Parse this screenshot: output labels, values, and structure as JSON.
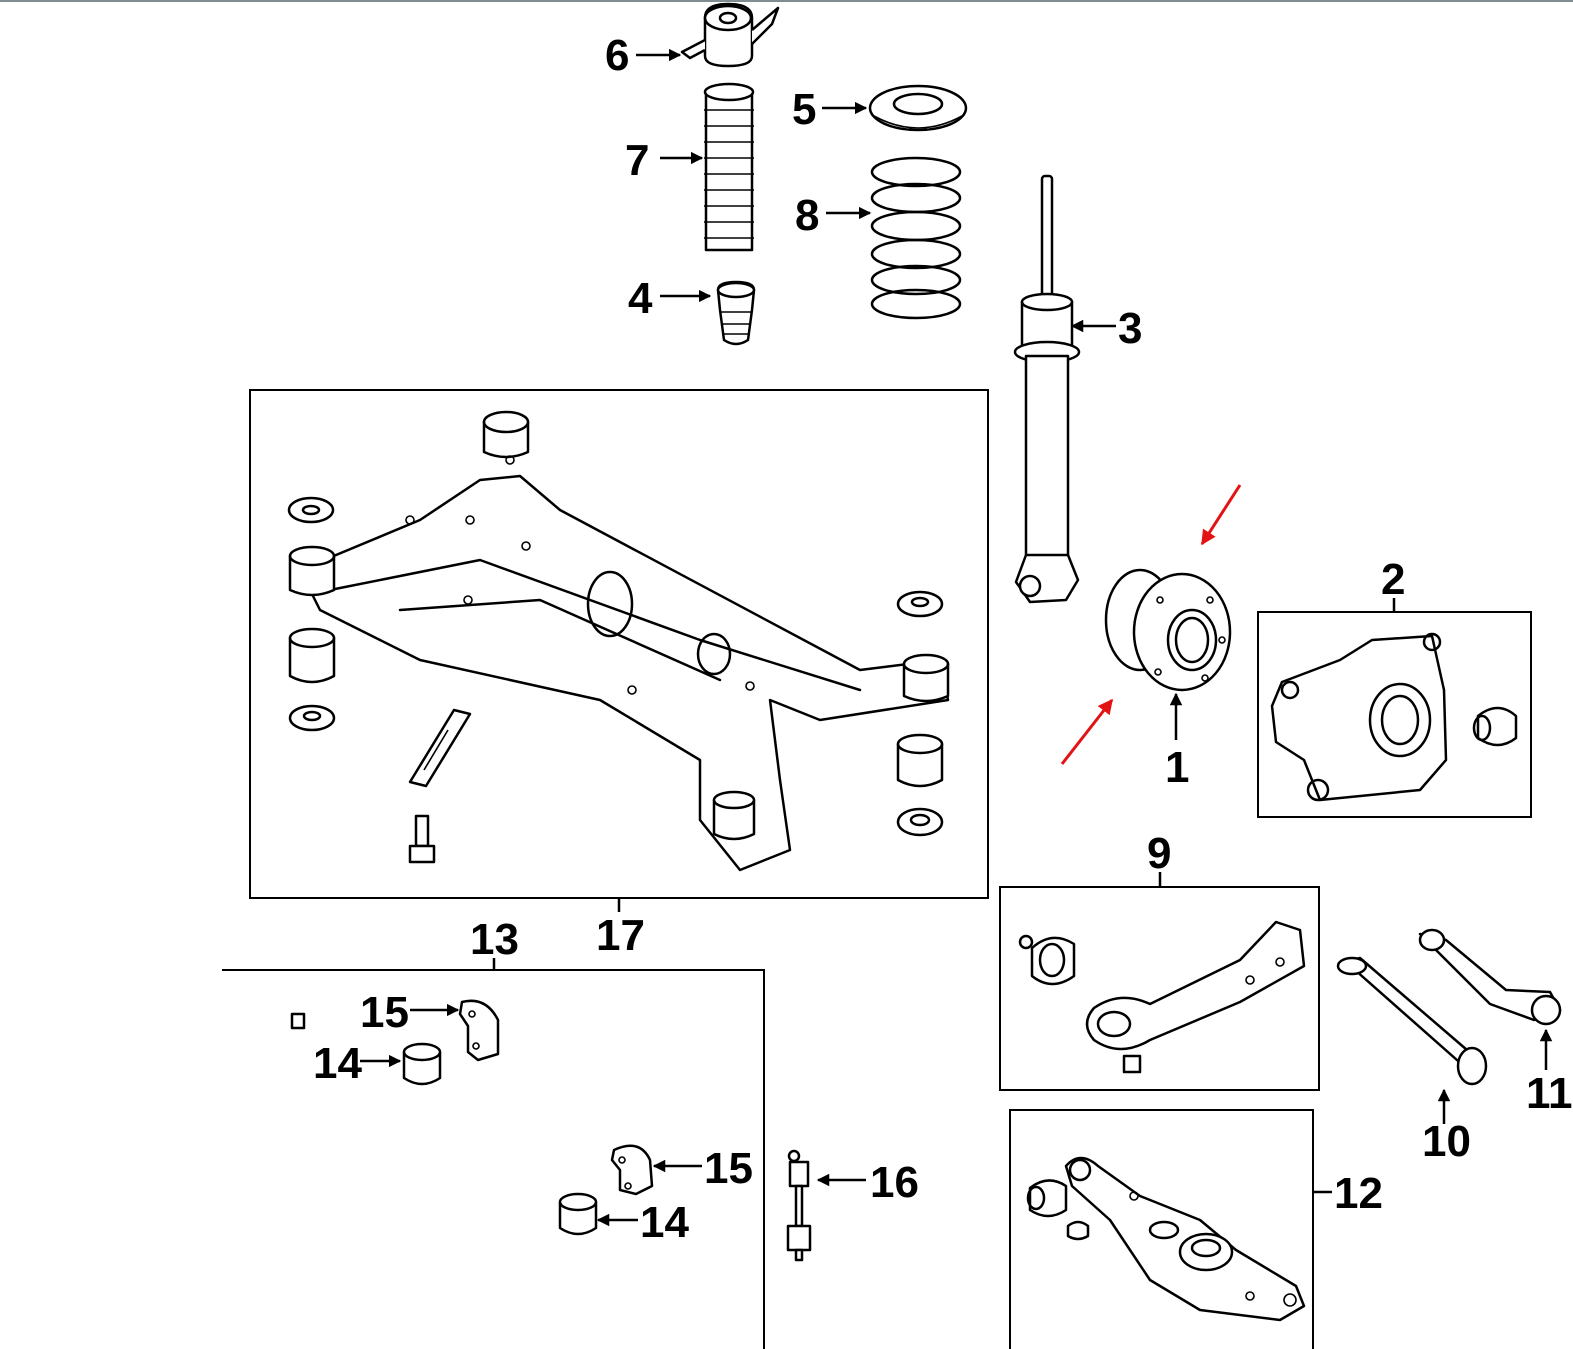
{
  "diagram": {
    "callouts": {
      "c1": "1",
      "c2": "2",
      "c3": "3",
      "c4": "4",
      "c5": "5",
      "c6": "6",
      "c7": "7",
      "c8": "8",
      "c9": "9",
      "c10": "10",
      "c11": "11",
      "c12": "12",
      "c13": "13",
      "c14a": "14",
      "c14b": "14",
      "c15a": "15",
      "c15b": "15",
      "c16": "16",
      "c17": "17"
    },
    "colors": {
      "line": "#000000",
      "highlight_arrow": "#e41313",
      "background": "#ffffff"
    }
  }
}
